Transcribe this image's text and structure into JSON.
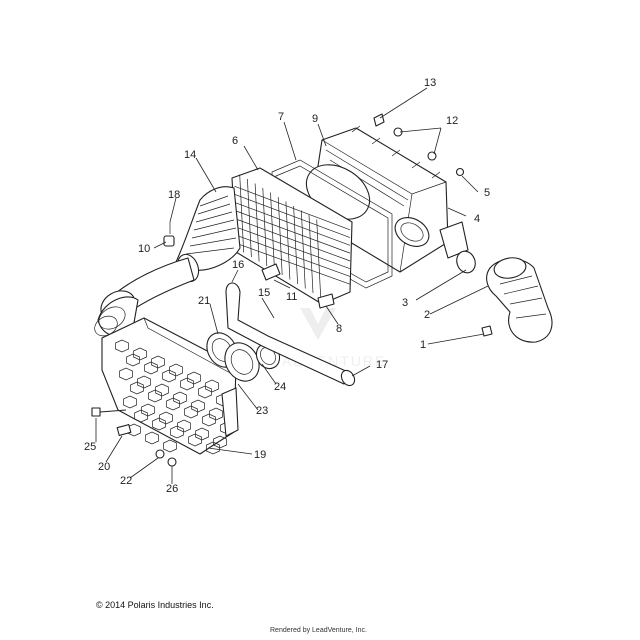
{
  "labels": {
    "p1": "1",
    "p2": "2",
    "p3": "3",
    "p4": "4",
    "p5": "5",
    "p6": "6",
    "p7": "7",
    "p8": "8",
    "p9": "9",
    "p10": "10",
    "p11": "11",
    "p12": "12",
    "p13": "13",
    "p14": "14",
    "p15": "15",
    "p16": "16",
    "p17": "17",
    "p18": "18",
    "p19": "19",
    "p20": "20",
    "p21": "21",
    "p22": "22",
    "p23": "23",
    "p24": "24",
    "p25": "25",
    "p26": "26"
  },
  "footer": {
    "copyright": "© 2014 Polaris Industries Inc.",
    "rendered_by": "Rendered by LeadVenture, Inc."
  },
  "watermark": "ADVENTURE"
}
